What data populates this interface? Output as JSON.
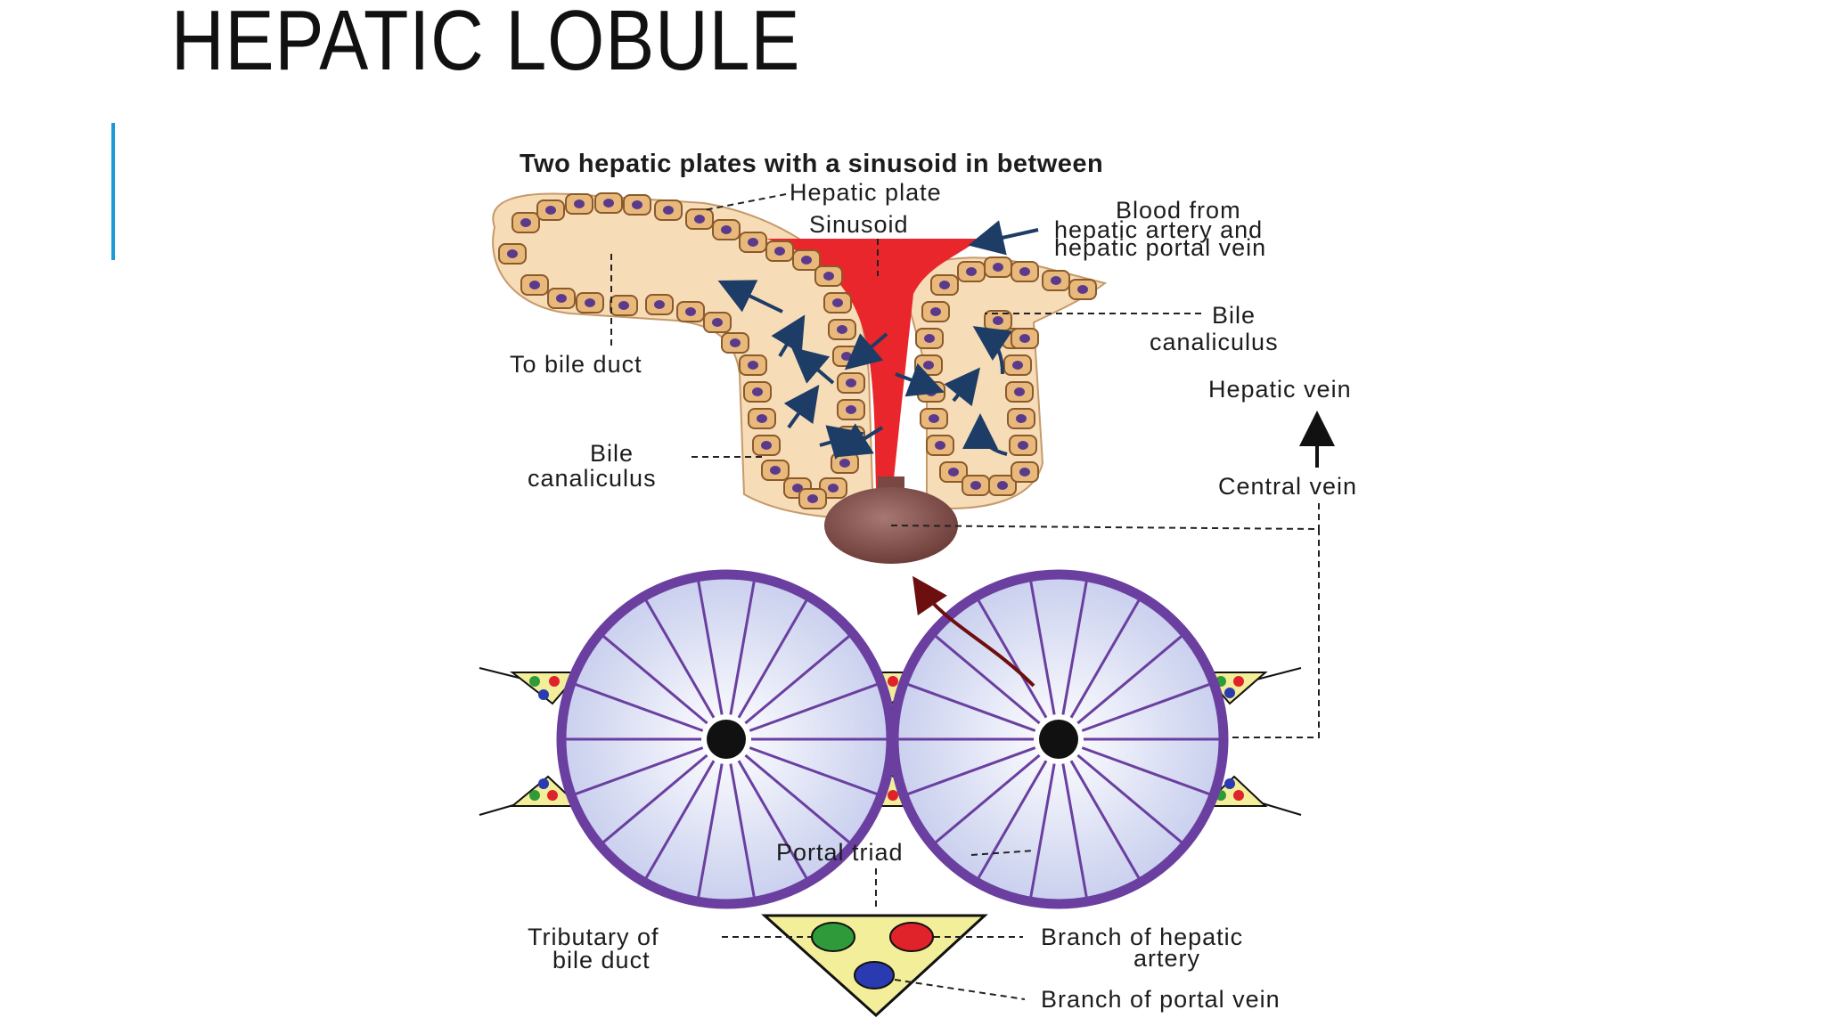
{
  "slide": {
    "title": "HEPATIC LOBULE"
  },
  "diagram": {
    "heading": "Two hepatic plates with a sinusoid in between",
    "labels": {
      "hepatic_plate": "Hepatic plate",
      "sinusoid": "Sinusoid",
      "blood_from_1": "Blood from",
      "blood_from_2": "hepatic artery and",
      "blood_from_3": "hepatic portal vein",
      "bile_canaliculus_right_1": "Bile",
      "bile_canaliculus_right_2": "canaliculus",
      "to_bile_duct": "To bile duct",
      "hepatic_vein": "Hepatic vein",
      "bile_canaliculus_left_1": "Bile",
      "bile_canaliculus_left_2": "canaliculus",
      "central_vein": "Central vein",
      "portal_triad": "Portal triad",
      "tributary_1": "Tributary of",
      "tributary_2": "bile duct",
      "branch_hepatic_artery_1": "Branch of hepatic",
      "branch_hepatic_artery_2": "artery",
      "branch_portal_vein": "Branch of portal vein"
    },
    "colors": {
      "plate_fill": "#f7dcb8",
      "plate_stroke": "#c69a6a",
      "cell_fill": "#e9b97c",
      "nucleus": "#5b3a8c",
      "sinusoid": "#e8262b",
      "central_vein": "#7a4743",
      "arrow_blue": "#1d3c66",
      "arrow_dark_red": "#6e0f0f",
      "lobule_ring": "#6a3fa0",
      "lobule_fill": "#dfe3f6",
      "triad_fill": "#f3ee99",
      "bile_duct": "#2f9a3a",
      "hepatic_artery": "#e0222a",
      "portal_vein": "#2a3ab0"
    }
  }
}
